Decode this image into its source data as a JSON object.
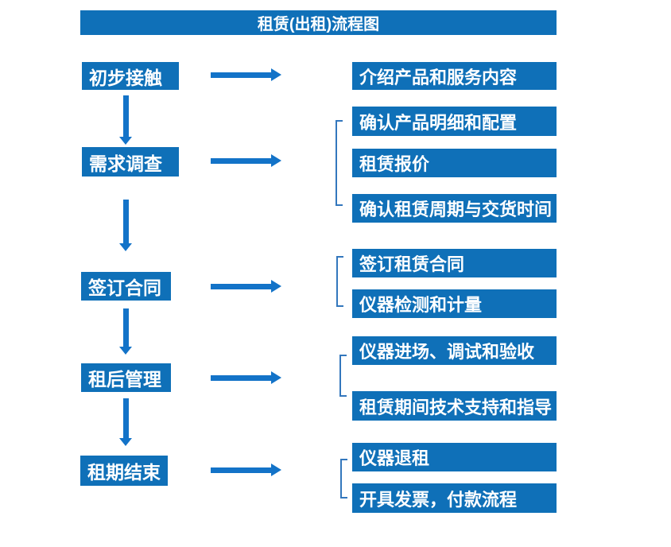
{
  "title": "租赁(出租)流程图",
  "colors": {
    "box_blue": "#0f70b8",
    "arrow_blue": "#1373c8",
    "bracket_blue": "#3377bd",
    "text_white": "#ffffff",
    "background": "#ffffff"
  },
  "left_steps": [
    "初步接触",
    "需求调查",
    "签订合同",
    "租后管理",
    "租期结束"
  ],
  "right_groups": [
    {
      "bracket": false,
      "items": [
        "介绍产品和服务内容"
      ]
    },
    {
      "bracket": true,
      "items": [
        "确认产品明细和配置",
        "租赁报价",
        "确认租赁周期与交货时间"
      ]
    },
    {
      "bracket": true,
      "items": [
        "签订租赁合同",
        "仪器检测和计量"
      ]
    },
    {
      "bracket": true,
      "items": [
        "仪器进场、调试和验收",
        "租赁期间技术支持和指导"
      ]
    },
    {
      "bracket": true,
      "items": [
        "仪器退租",
        "开具发票，付款流程"
      ]
    }
  ]
}
